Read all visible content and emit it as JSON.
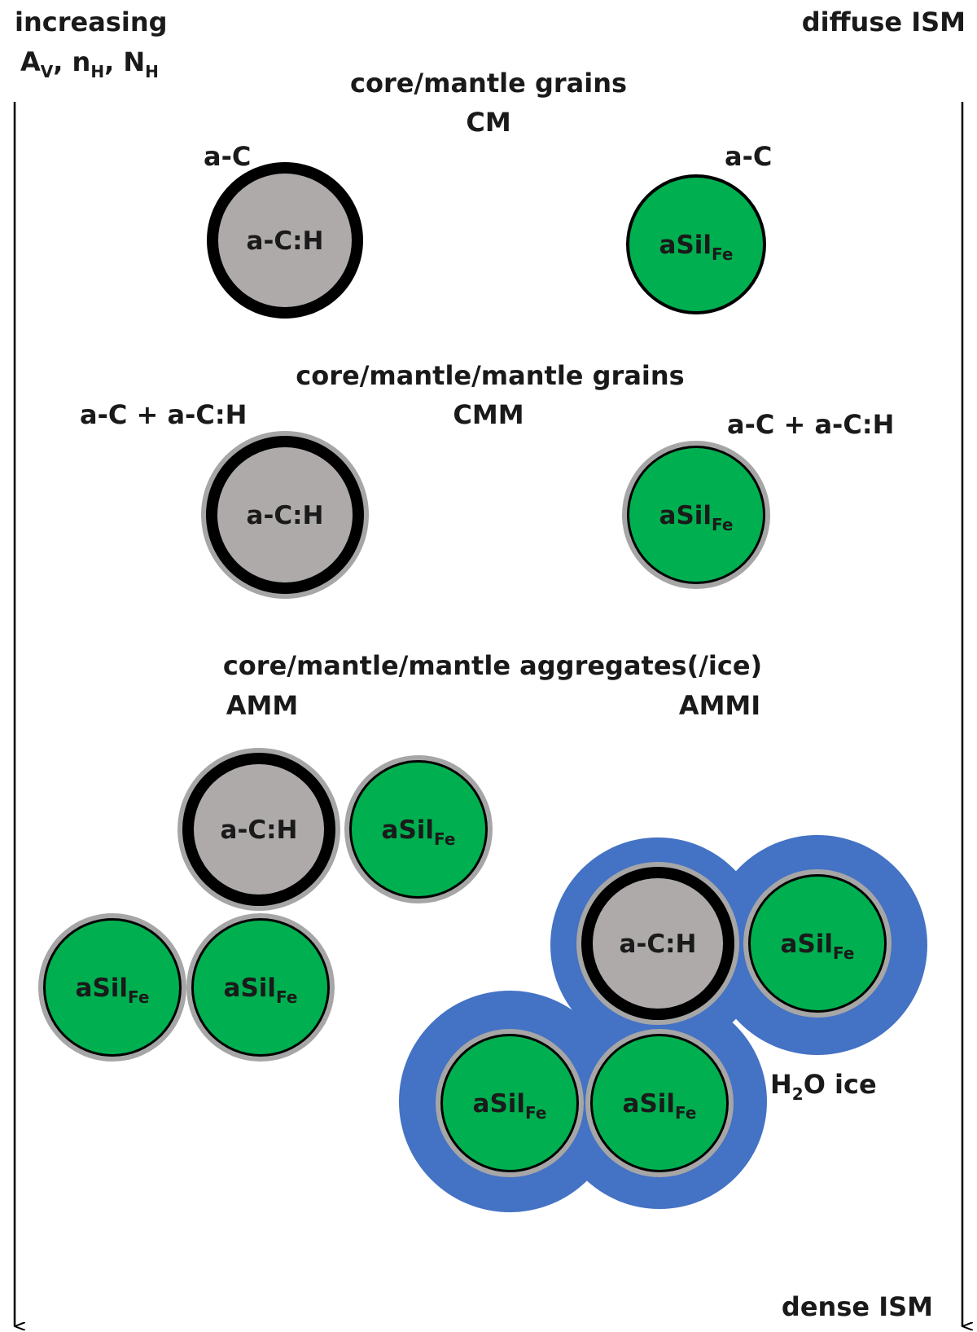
{
  "colors": {
    "carbon_mantle": "#000000",
    "hydrogenated_mantle": "#a6a6a6",
    "carbon_core": "#aeaaaa",
    "silicate_core": "#00b050",
    "ice": "#4472c4",
    "text": "#1a1a1a"
  },
  "left_axis": {
    "label_line1": "increasing",
    "quantities": [
      {
        "base": "A",
        "sub": "V"
      },
      {
        "base": "n",
        "sub": "H"
      },
      {
        "base": "N",
        "sub": "H"
      }
    ]
  },
  "right_axis": {
    "top_label": "diffuse ISM",
    "bottom_label": "dense ISM"
  },
  "sections": {
    "cm": {
      "title": "core/mantle grains",
      "code": "CM",
      "left_mantle_label": "a-C",
      "right_mantle_label": "a-C"
    },
    "cmm": {
      "title": "core/mantle/mantle grains",
      "code": "CMM",
      "left_mantle_label": "a-C + a-C:H",
      "right_mantle_label": "a-C + a-C:H"
    },
    "agg": {
      "title": "core/mantle/mantle aggregates(/ice)",
      "code_left": "AMM",
      "code_right": "AMMI"
    }
  },
  "ice_label": {
    "prefix": "H",
    "sub": "2",
    "suffix": "O ice"
  },
  "cores": {
    "carbon": "a-C:H",
    "silicate_base": "aSil",
    "silicate_sub": "Fe"
  }
}
